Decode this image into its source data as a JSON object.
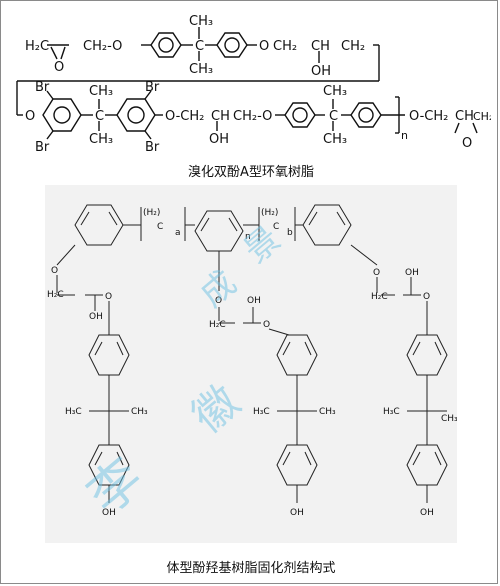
{
  "top_structure": {
    "caption": "溴化双酚A型环氧树脂",
    "row1": {
      "epoxide_start": "H₂C",
      "epoxide_o": "O",
      "ch2_o_1": "CH₂-O",
      "ch3_top": "CH₃",
      "c_center": "C",
      "ch3_bottom": "CH₃",
      "o_link": "O",
      "ch2_1": "CH₂",
      "ch": "CH",
      "oh": "OH",
      "ch2_2": "CH₂"
    },
    "row2": {
      "o_left": "O",
      "br_tl": "Br",
      "br_bl": "Br",
      "br_tr": "Br",
      "br_br": "Br",
      "ch3_top": "CH₃",
      "c_center": "C",
      "ch3_bottom": "CH₃",
      "o_ch2": "O-CH₂",
      "ch": "CH",
      "oh": "OH",
      "ch2_o": "CH₂-O",
      "ch3_top_2": "CH₃",
      "c_center_2": "C",
      "ch3_bottom_2": "CH₃",
      "n": "n",
      "o_ch2_end": "O-CH₂",
      "ch_end": "CH",
      "ch2_end": "CH₂",
      "epoxide_o_end": "O"
    }
  },
  "bottom_structure": {
    "caption": "体型酚羟基树脂固化剂结构式",
    "chain": {
      "h2_left": "(H₂)",
      "c_left": "C",
      "a": "a",
      "n": "n",
      "h2_right": "(H₂)",
      "c_right": "C",
      "b": "b"
    },
    "labels": {
      "o": "O",
      "oh": "OH",
      "h2c": "H₂C",
      "h3c": "H₃C",
      "ch3": "CH₃"
    }
  },
  "watermark": {
    "glyphs": [
      "李",
      "徽",
      "景",
      "成"
    ]
  }
}
